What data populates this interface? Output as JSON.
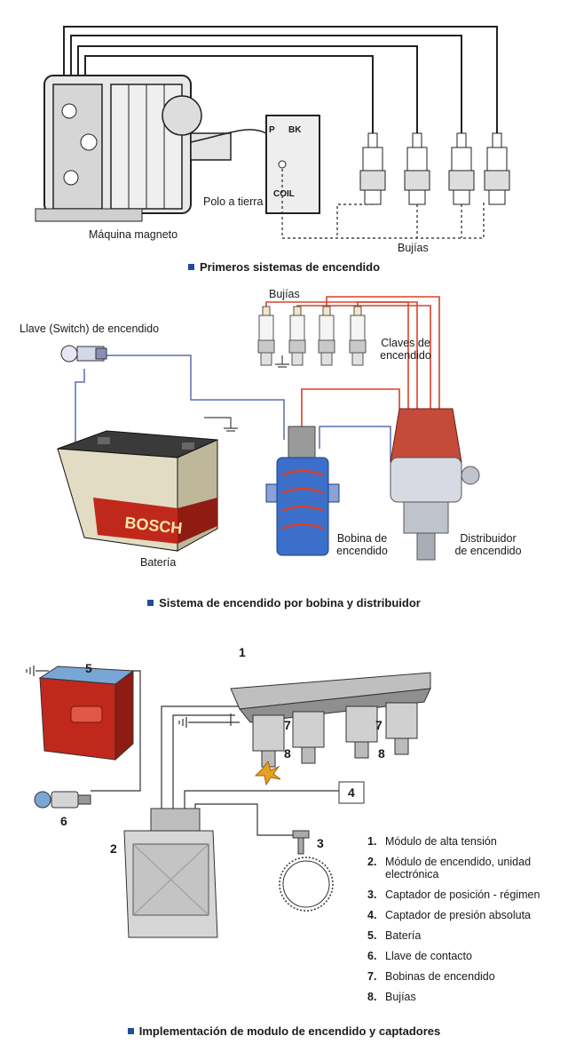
{
  "panel1": {
    "labels": {
      "magneto": "Máquina magneto",
      "ground": "Polo a tierra",
      "plugs": "Bujías",
      "coil_p": "P",
      "coil_bk": "BK",
      "coil_text": "COIL"
    },
    "caption": "Primeros sistemas de encendido"
  },
  "panel2": {
    "labels": {
      "plugs": "Bujías",
      "switch": "Llave (Switch) de encendido",
      "keys_1": "Claves de",
      "keys_2": "encendido",
      "coil_1": "Bobina de",
      "coil_2": "encendido",
      "dist_1": "Distribuidor",
      "dist_2": "de encendido",
      "battery": "Batería",
      "battery_brand": "BOSCH"
    },
    "caption": "Sistema de encendido por bobina y distribuidor"
  },
  "panel3": {
    "numbers": [
      "1",
      "2",
      "3",
      "4",
      "5",
      "6",
      "7",
      "7",
      "8",
      "8"
    ],
    "legend": [
      {
        "n": "1.",
        "t": "Módulo de alta tensión"
      },
      {
        "n": "2.",
        "t": "Módulo de encendido, unidad electrónica"
      },
      {
        "n": "3.",
        "t": "Captador de posición - régimen"
      },
      {
        "n": "4.",
        "t": "Captador de presión absoluta"
      },
      {
        "n": "5.",
        "t": "Batería"
      },
      {
        "n": "6.",
        "t": "Llave de contacto"
      },
      {
        "n": "7.",
        "t": "Bobinas de encendido"
      },
      {
        "n": "8.",
        "t": "Bujías"
      }
    ],
    "caption": "Implementación de modulo de encendido y captadores"
  },
  "colors": {
    "caption_square": "#1f4e9c",
    "wire_red": "#d9412b",
    "wire_blue": "#5a6fb0",
    "battery_red": "#c0281c",
    "coil_blue": "#3b6fc9"
  }
}
